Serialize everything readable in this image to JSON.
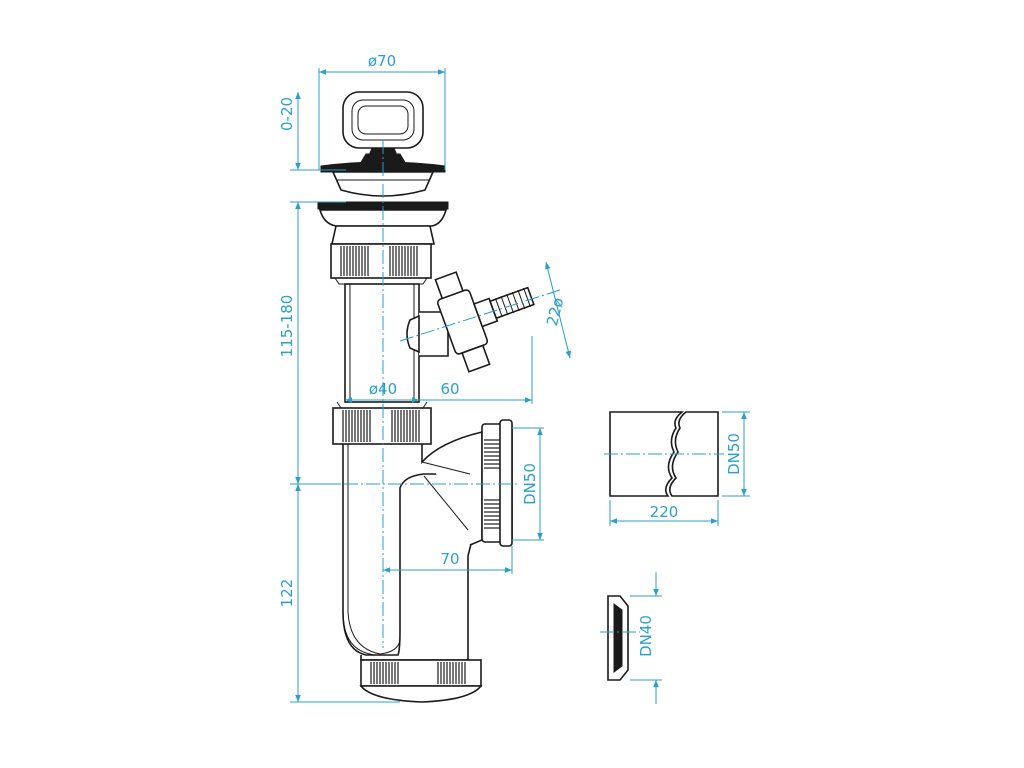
{
  "drawing": {
    "dimensions": {
      "strainer_diameter": "ø70",
      "height_adjust": "0-20",
      "upper_height": "115-180",
      "lower_height": "122",
      "pipe_diameter": "ø40",
      "branch_offset": "60",
      "hose_nozzle": "22ø",
      "outlet_size": "DN50",
      "outlet_offset": "70",
      "pipe_length": "220",
      "pipe_size": "DN50",
      "gasket_size": "DN40"
    },
    "colors": {
      "dimension": "#2a9fc9",
      "outline": "#1a1a1a"
    }
  }
}
